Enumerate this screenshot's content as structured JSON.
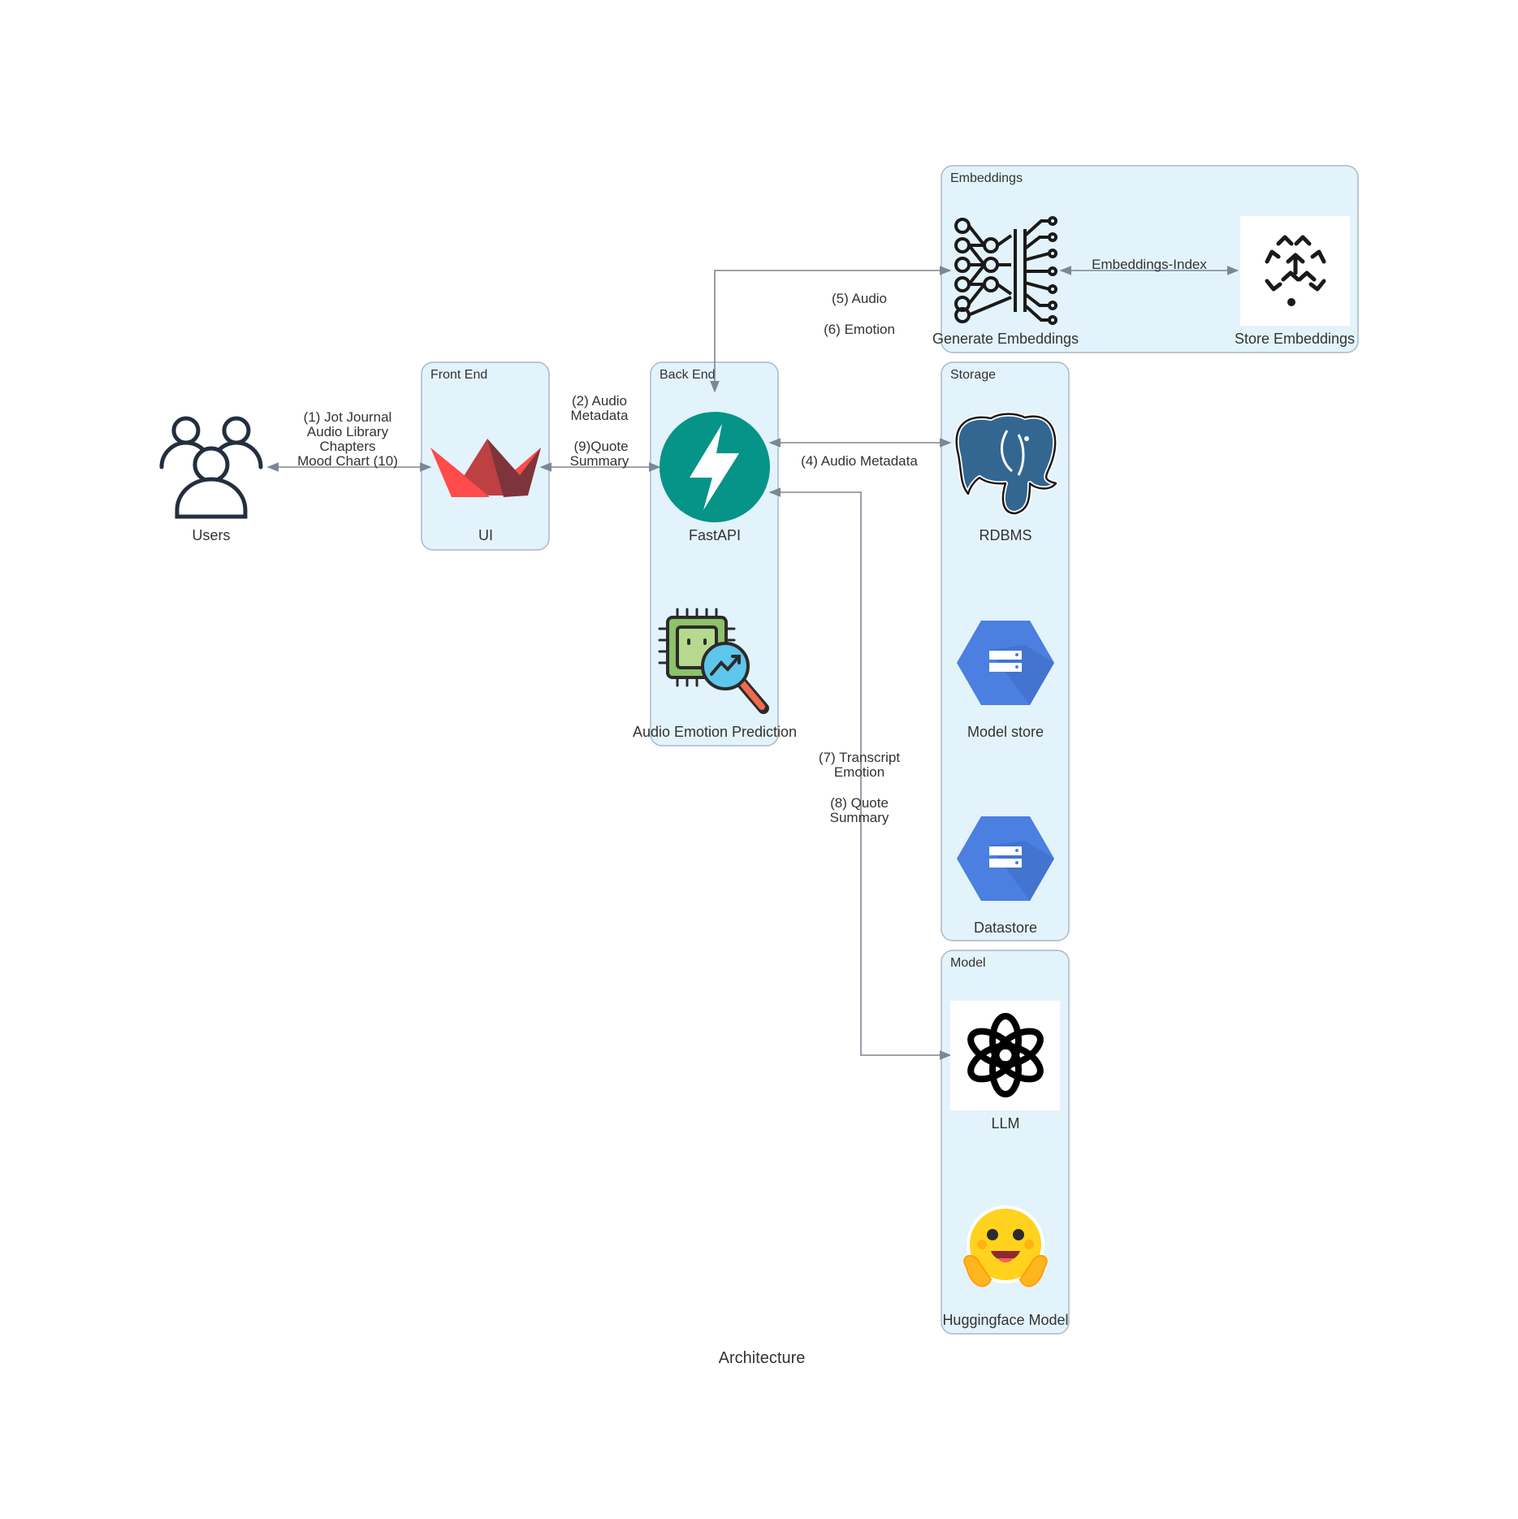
{
  "title": "Architecture",
  "colors": {
    "cluster_fill": "#e3f3fb",
    "cluster_stroke": "#a9b8c4",
    "edge": "#7b8794",
    "fastapi": "#059487",
    "streamlit_red": "#ff4b4b",
    "gcp_blue": "#4b7fe0",
    "postgres_blue": "#336791",
    "hf_yellow": "#ffd21e"
  },
  "clusters": {
    "front_end": "Front End",
    "back_end": "Back End",
    "embeddings": "Embeddings",
    "storage": "Storage",
    "model": "Model"
  },
  "nodes": {
    "users": {
      "label": "Users",
      "icon": "users-icon"
    },
    "ui": {
      "label": "UI",
      "icon": "streamlit-boat-icon"
    },
    "fastapi": {
      "label": "FastAPI",
      "icon": "lightning-bolt-icon"
    },
    "emotion": {
      "label": "Audio Emotion Prediction",
      "icon": "chip-magnifier-icon"
    },
    "gen_embeddings": {
      "label": "Generate Embeddings",
      "icon": "neural-network-icon"
    },
    "store_embeddings": {
      "label": "Store Embeddings",
      "icon": "vector-store-icon"
    },
    "rdbms": {
      "label": "RDBMS",
      "icon": "postgres-elephant-icon"
    },
    "model_store": {
      "label": "Model store",
      "icon": "storage-hexagon-icon"
    },
    "datastore": {
      "label": "Datastore",
      "icon": "storage-hexagon-icon"
    },
    "llm": {
      "label": "LLM",
      "icon": "openai-knot-icon"
    },
    "hf": {
      "label": "Huggingface Model",
      "icon": "hugging-face-icon"
    }
  },
  "edges": {
    "users_ui": [
      "(1) Jot Journal",
      "Audio Library",
      "Chapters",
      "Mood Chart (10)"
    ],
    "ui_api_top": [
      "(2) Audio",
      "Metadata"
    ],
    "ui_api_bottom": [
      "(9)Quote",
      "Summary"
    ],
    "api_embed_1": "(5) Audio",
    "api_embed_2": "(6) Emotion",
    "api_rdbms": "(4) Audio Metadata",
    "api_llm_top": [
      "(7) Transcript",
      "Emotion"
    ],
    "api_llm_bottom": [
      "(8) Quote",
      "Summary"
    ],
    "embed_index": "Embeddings-Index"
  }
}
